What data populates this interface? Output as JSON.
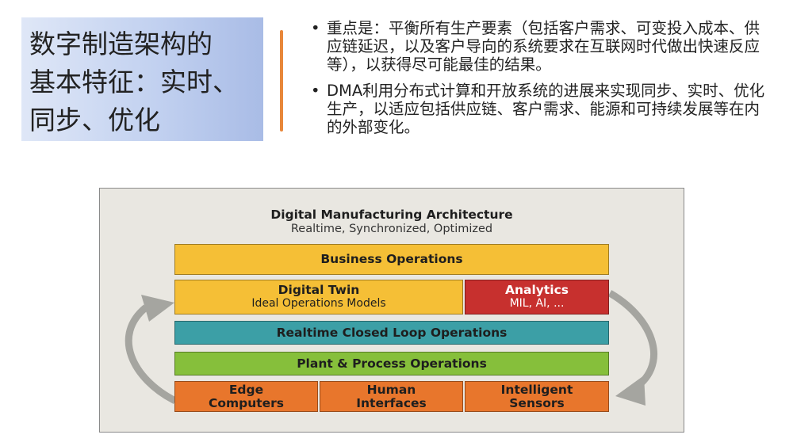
{
  "slide": {
    "title": "数字制造架构的基本特征：实时、同步、优化",
    "title_lines": [
      "数字制造架构的",
      "基本特征：实时、",
      "同步、优化"
    ],
    "bullets": [
      "重点是：平衡所有生产要素（包括客户需求、可变投入成本、供应链延迟，以及客户导向的系统要求在互联网时代做出快速反应等），以获得尽可能最佳的结果。",
      "DMA利用分布式计算和开放系统的进展来实现同步、实时、优化生产，以适应包括供应链、客户需求、能源和可持续发展等在内的外部变化。"
    ]
  },
  "diagram": {
    "title": "Digital Manufacturing Architecture",
    "subtitle": "Realtime, Synchronized, Optimized",
    "business": "Business Operations",
    "digital_twin": {
      "title": "Digital Twin",
      "sub": "Ideal Operations Models"
    },
    "analytics": {
      "title": "Analytics",
      "sub": "MIL, AI, ..."
    },
    "realtime": "Realtime Closed Loop Operations",
    "plant": "Plant & Process Operations",
    "bottom": [
      {
        "l1": "Edge",
        "l2": "Computers"
      },
      {
        "l1": "Human",
        "l2": "Interfaces"
      },
      {
        "l1": "Intelligent",
        "l2": "Sensors"
      }
    ],
    "colors": {
      "yellow": "#f5bf36",
      "red": "#c7302e",
      "teal": "#3c9fa6",
      "green": "#86bf3b",
      "orange": "#e8762c",
      "arrow": "#a5a5a0"
    }
  }
}
